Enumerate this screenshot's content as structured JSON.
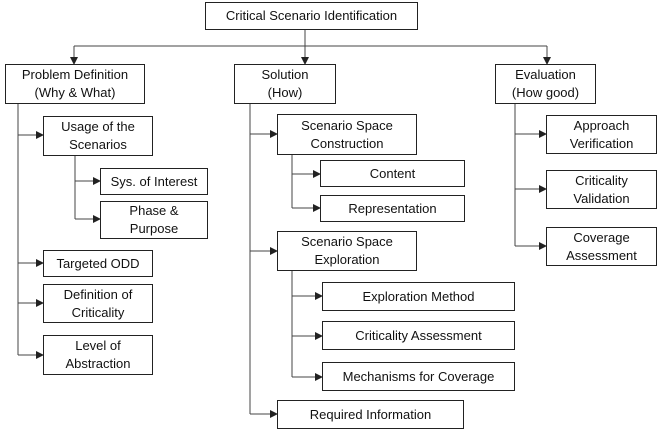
{
  "diagram": {
    "root": {
      "label": "Critical Scenario Identification"
    },
    "problem": {
      "line1": "Problem Definition",
      "line2": "(Why & What)",
      "usage": {
        "line1": "Usage of the",
        "line2": "Scenarios"
      },
      "sys": {
        "label": "Sys. of Interest"
      },
      "phase": {
        "line1": "Phase &",
        "line2": "Purpose"
      },
      "odd": {
        "label": "Targeted ODD"
      },
      "crit_def": {
        "line1": "Definition of",
        "line2": "Criticality"
      },
      "abstraction": {
        "line1": "Level of",
        "line2": "Abstraction"
      }
    },
    "solution": {
      "line1": "Solution",
      "line2": "(How)",
      "construction": {
        "line1": "Scenario Space",
        "line2": "Construction"
      },
      "content": {
        "label": "Content"
      },
      "representation": {
        "label": "Representation"
      },
      "exploration": {
        "line1": "Scenario Space",
        "line2": "Exploration"
      },
      "method": {
        "label": "Exploration Method"
      },
      "crit_assess": {
        "label": "Criticality Assessment"
      },
      "coverage_mech": {
        "label": "Mechanisms for Coverage"
      },
      "required": {
        "label": "Required Information"
      }
    },
    "evaluation": {
      "line1": "Evaluation",
      "line2": "(How good)",
      "approach": {
        "line1": "Approach",
        "line2": "Verification"
      },
      "validation": {
        "line1": "Criticality",
        "line2": "Validation"
      },
      "coverage": {
        "line1": "Coverage",
        "line2": "Assessment"
      }
    }
  }
}
